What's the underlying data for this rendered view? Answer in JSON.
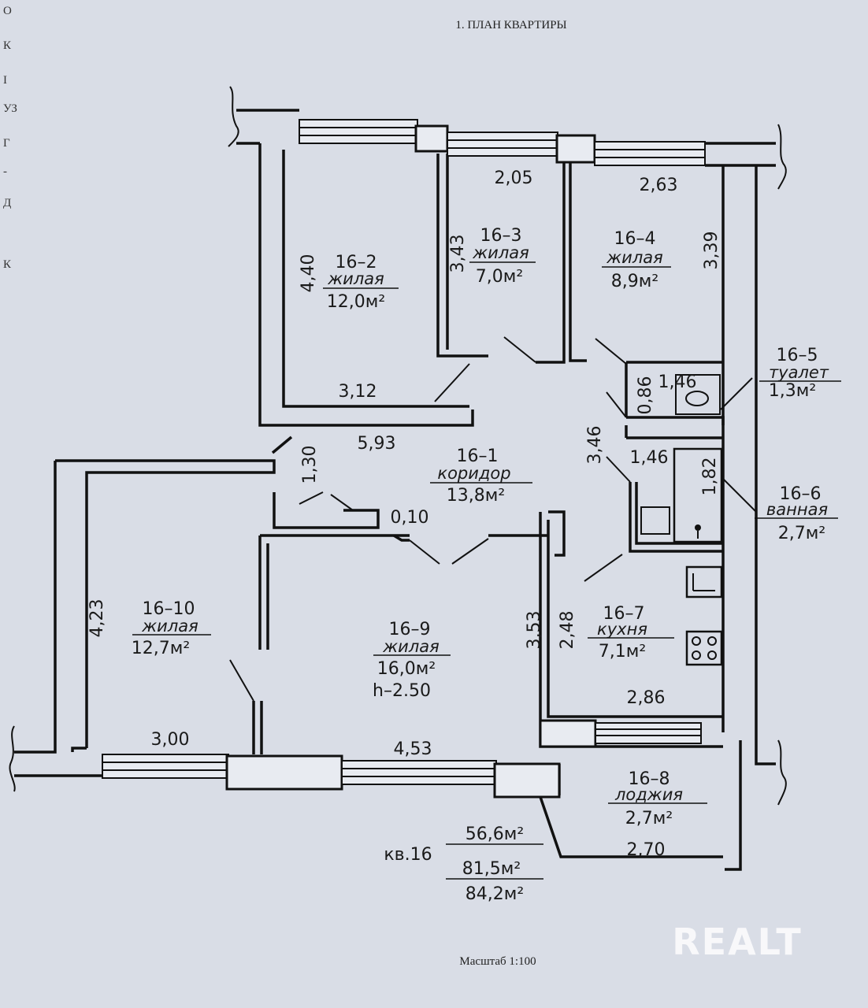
{
  "title": "1. ПЛАН КВАРТИРЫ",
  "scale": "Масштаб 1:100",
  "watermark": "REALT",
  "margin_fragments": [
    "О",
    "К",
    "І",
    "УЗ",
    "Г",
    "-",
    "Д",
    "К"
  ],
  "rooms": {
    "r2": {
      "id": "16–2",
      "type": "жилая",
      "area": "12,0м²"
    },
    "r3": {
      "id": "16–3",
      "type": "жилая",
      "area": "7,0м²"
    },
    "r4": {
      "id": "16–4",
      "type": "жилая",
      "area": "8,9м²"
    },
    "r5": {
      "id": "16–5",
      "type": "туалет",
      "area": "1,3м²"
    },
    "r1": {
      "id": "16–1",
      "type": "коридор",
      "area": "13,8м²"
    },
    "r6": {
      "id": "16–6",
      "type": "ванная",
      "area": "2,7м²"
    },
    "r10": {
      "id": "16–10",
      "type": "жилая",
      "area": "12,7м²"
    },
    "r9": {
      "id": "16–9",
      "type": "жилая",
      "area": "16,0м²",
      "height": "h–2.50"
    },
    "r7": {
      "id": "16–7",
      "type": "кухня",
      "area": "7,1м²"
    },
    "r8": {
      "id": "16–8",
      "type": "лоджия",
      "area": "2,7м²"
    }
  },
  "dims": {
    "d_205": "2,05",
    "d_263": "2,63",
    "d_440": "4,40",
    "d_343": "3,43",
    "d_339": "3,39",
    "d_146a": "1,46",
    "d_086": "0,86",
    "d_312": "3,12",
    "d_593": "5,93",
    "d_130": "1,30",
    "d_346": "3,46",
    "d_146b": "1,46",
    "d_182": "1,82",
    "d_010": "0,10",
    "d_423": "4,23",
    "d_353": "3,53",
    "d_248": "2,48",
    "d_286": "2,86",
    "d_300": "3,00",
    "d_453": "4,53",
    "d_270": "2,70"
  },
  "summary": {
    "apt": "кв.16",
    "living": "56,6м²",
    "total": "81,5м²",
    "total_loggia": "84,2м²"
  }
}
